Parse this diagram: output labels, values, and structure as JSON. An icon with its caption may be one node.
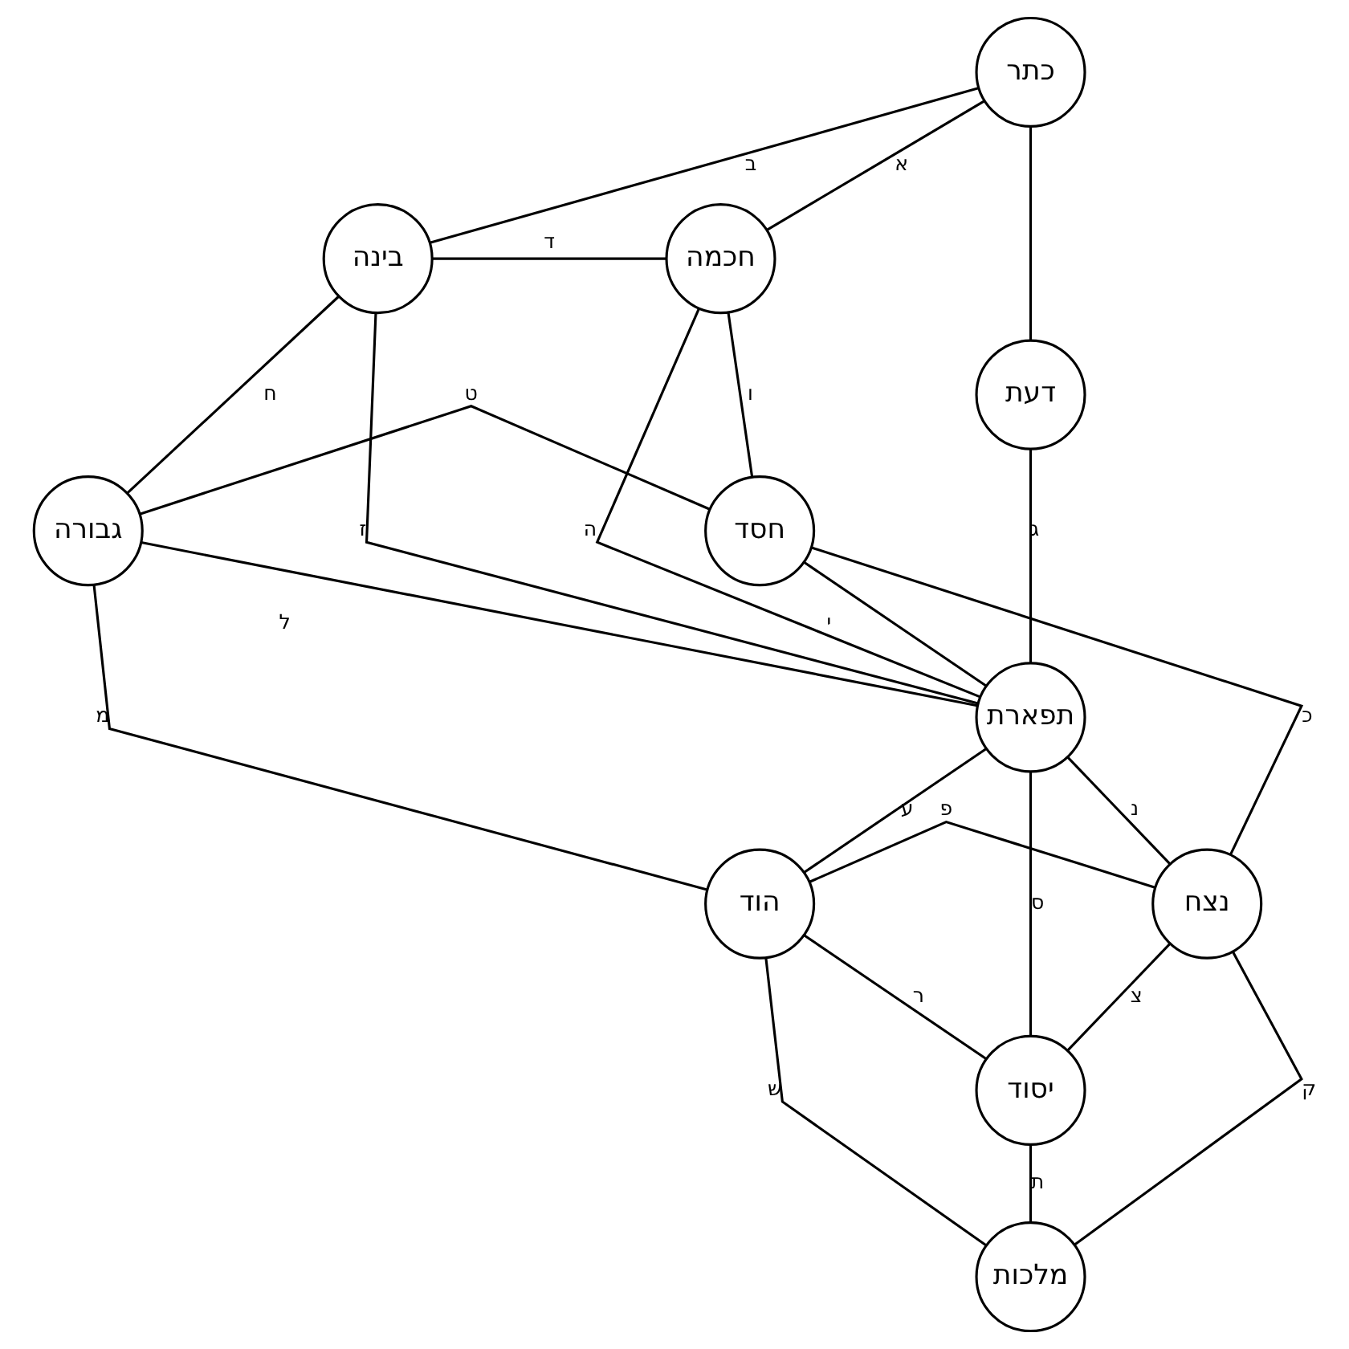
{
  "diagram": {
    "nodes": [
      {
        "text": [
          "כתר"
        ]
      },
      {
        "text": [
          "בינה"
        ]
      },
      {
        "text": [
          "חכמה"
        ]
      },
      {
        "text": [
          "דעת"
        ]
      },
      {
        "text": [
          "גבורה"
        ]
      },
      {
        "text": [
          "חסד"
        ]
      },
      {
        "text": [
          "תפארת"
        ]
      },
      {
        "text": [
          "הוד"
        ]
      },
      {
        "text": [
          "נצח"
        ]
      },
      {
        "text": [
          "יסוד"
        ]
      },
      {
        "text": [
          "מלכות"
        ]
      }
    ],
    "edges": [
      {
        "from": 0,
        "to": 2,
        "arrow": "none",
        "label": "א"
      },
      {
        "from": 0,
        "to": 1,
        "arrow": "none",
        "label": "ב"
      },
      {
        "from": 0,
        "to": 3,
        "arrow": "none"
      },
      {
        "from": 3,
        "to": 6,
        "arrow": "none",
        "label": "ג"
      },
      {
        "from": 1,
        "to": 2,
        "arrow": "none",
        "label": "ד"
      },
      {
        "from": 2,
        "to": 6,
        "arrow": "none",
        "label": "ה"
      },
      {
        "from": 2,
        "to": 5,
        "arrow": "none",
        "label": "ו"
      },
      {
        "from": 1,
        "to": 6,
        "arrow": "none",
        "label": "ז"
      },
      {
        "from": 1,
        "to": 4,
        "arrow": "none",
        "label": "ח"
      },
      {
        "from": 4,
        "to": 5,
        "arrow": "none",
        "label": "ט"
      },
      {
        "from": 5,
        "to": 6,
        "arrow": "none",
        "label": "י"
      },
      {
        "from": 5,
        "to": 8,
        "arrow": "none",
        "label": "כ"
      },
      {
        "from": 4,
        "to": 6,
        "arrow": "none",
        "label": "ל"
      },
      {
        "from": 4,
        "to": 7,
        "arrow": "none",
        "label": "מ"
      },
      {
        "from": 6,
        "to": 8,
        "arrow": "none",
        "label": "נ"
      },
      {
        "from": 6,
        "to": 9,
        "arrow": "none",
        "label": "ס"
      },
      {
        "from": 6,
        "to": 7,
        "arrow": "none",
        "label": "ע"
      },
      {
        "from": 7,
        "to": 8,
        "arrow": "none",
        "label": "פ"
      },
      {
        "from": 8,
        "to": 9,
        "arrow": "none",
        "label": "צ"
      },
      {
        "from": 8,
        "to": 10,
        "arrow": "none",
        "label": "ק"
      },
      {
        "from": 7,
        "to": 9,
        "arrow": "none",
        "label": "ר"
      },
      {
        "from": 7,
        "to": 10,
        "arrow": "none",
        "label": "ש"
      },
      {
        "from": 9,
        "to": 10,
        "arrow": "none",
        "label": "ת"
      }
    ]
  }
}
